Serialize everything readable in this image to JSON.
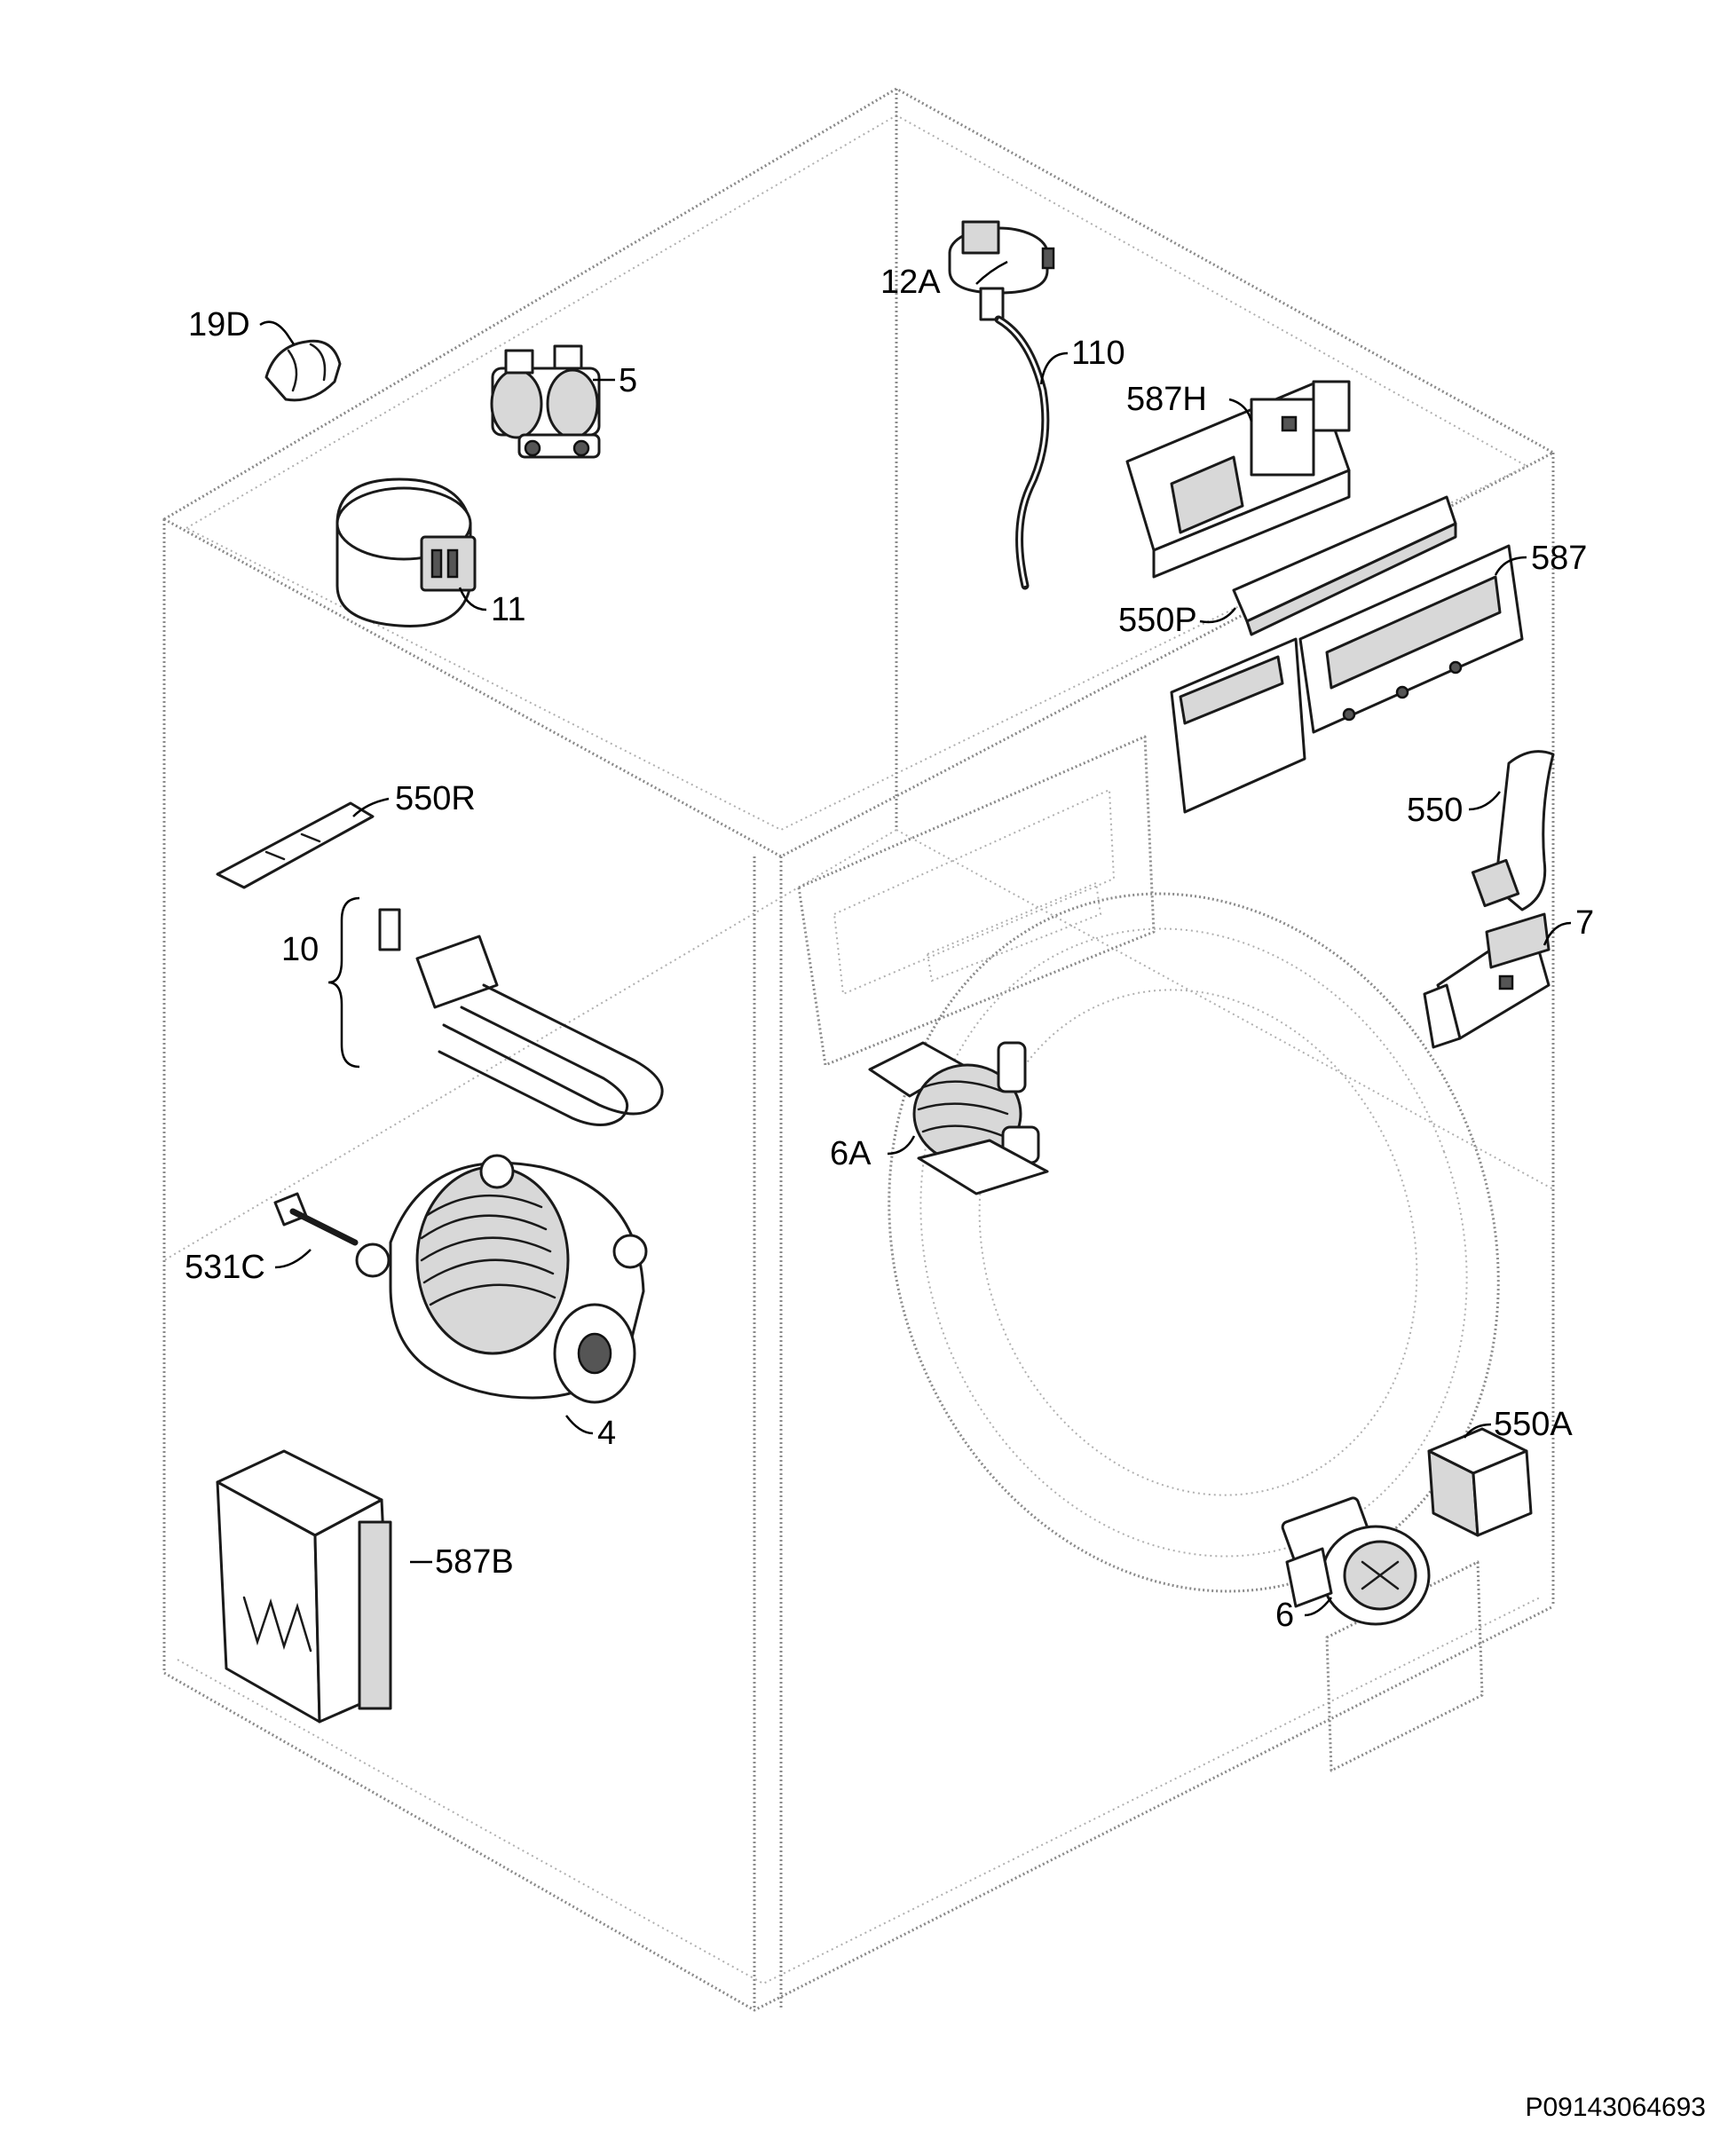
{
  "diagram_code": "P09143064693",
  "labels": {
    "p19D": "19D",
    "p5": "5",
    "p11": "11",
    "p12A": "12A",
    "p110": "110",
    "p587H": "587H",
    "p587": "587",
    "p550P": "550P",
    "p550R": "550R",
    "p550": "550",
    "p7": "7",
    "p10": "10",
    "p6A": "6A",
    "p531C": "531C",
    "p4": "4",
    "p550A": "550A",
    "p587B": "587B",
    "p6": "6"
  }
}
